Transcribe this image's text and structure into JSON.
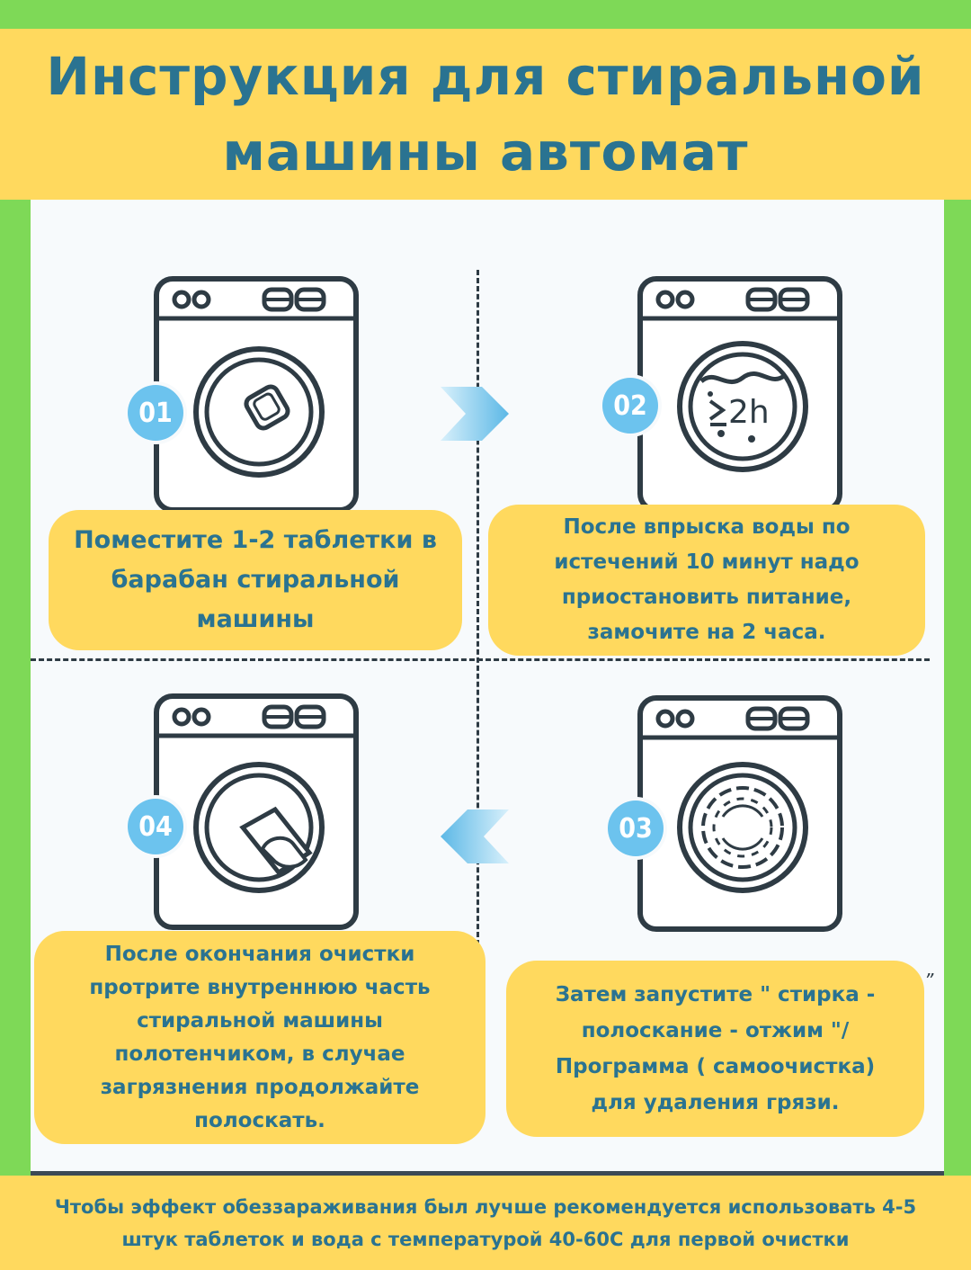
{
  "header": {
    "title_line1": "Инструкция для стиральной",
    "title_line2": "машины автомат"
  },
  "steps": [
    {
      "number": "01",
      "icon": "washing-machine-tablet-icon",
      "text": [
        "Поместите 1-2 таблетки в",
        "барабан стиральной",
        "машины"
      ]
    },
    {
      "number": "02",
      "icon": "washing-machine-soak-2h-icon",
      "duration_label": "2h",
      "text": [
        "После впрыска воды по",
        "истечений 10 минут надо",
        "приостановить питание,",
        "замочите на 2 часа."
      ]
    },
    {
      "number": "03",
      "icon": "washing-machine-spin-icon",
      "text": [
        "Затем запустите \" стирка -",
        "полоскание - отжим \"/",
        "Программа ( самоочистка)",
        "для удаления грязи."
      ]
    },
    {
      "number": "04",
      "icon": "washing-machine-wipe-icon",
      "text": [
        "После окончания очистки",
        "протрите внутреннюю часть",
        "стиральной машины",
        "полотенчиком, в случае",
        "загрязнения продолжайте",
        "полоскать."
      ]
    }
  ],
  "stray_mark": "”",
  "footer": {
    "line1": "Чтобы эффект обеззараживания был лучше рекомендуется использовать 4-5",
    "line2": "штук таблеток и вода с температурой 40-60С для первой очистки"
  },
  "colors": {
    "background_green": "#7ed957",
    "banner_yellow": "#ffd95e",
    "text_teal": "#2a7391",
    "badge_blue": "#6cc3ee",
    "line_dark": "#2e3b44"
  }
}
